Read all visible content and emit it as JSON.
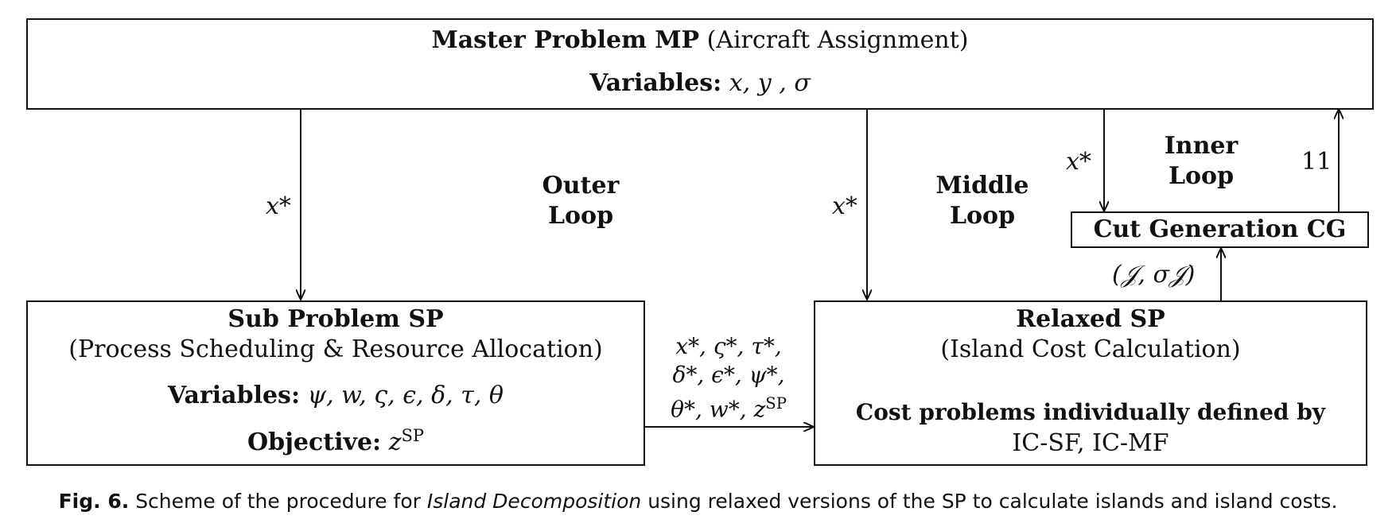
{
  "master": {
    "title": "Master Problem MP",
    "subtitle": "(Aircraft Assignment)",
    "vars_label": "Variables:",
    "vars": "x, y , σ"
  },
  "sub": {
    "title": "Sub Problem SP",
    "subtitle": "(Process Scheduling & Resource Allocation)",
    "vars_label": "Variables:",
    "vars": "ψ, w, ς, ϵ, δ, τ, θ",
    "obj_label": "Objective:",
    "obj_var": "z",
    "obj_sup": "SP"
  },
  "relaxed": {
    "title": "Relaxed SP",
    "subtitle": "(Island Cost Calculation)",
    "cost_label": "Cost problems individually defined by",
    "cost_vals": "IC-SF, IC-MF"
  },
  "cg": {
    "title": "Cut Generation CG"
  },
  "loops": {
    "outer_1": "Outer",
    "outer_2": "Loop",
    "middle_1": "Middle",
    "middle_2": "Loop",
    "inner_1": "Inner",
    "inner_2": "Loop"
  },
  "edges": {
    "x_star_outer": "x*",
    "x_star_middle": "x*",
    "x_star_inner": "x*",
    "ret_num": "11",
    "cg_input": "(𝒥, σ𝒥)",
    "sp_out_1": "x*, ς*, τ*,",
    "sp_out_2": "δ*, ϵ*, ψ*,",
    "sp_out_3a": "θ*, w*, z",
    "sp_out_3b": "SP"
  },
  "caption": {
    "fig": "Fig. 6.",
    "pre": "Scheme of the procedure for",
    "italic": "Island Decomposition",
    "post": "using relaxed versions of the SP  to calculate islands and island costs."
  }
}
